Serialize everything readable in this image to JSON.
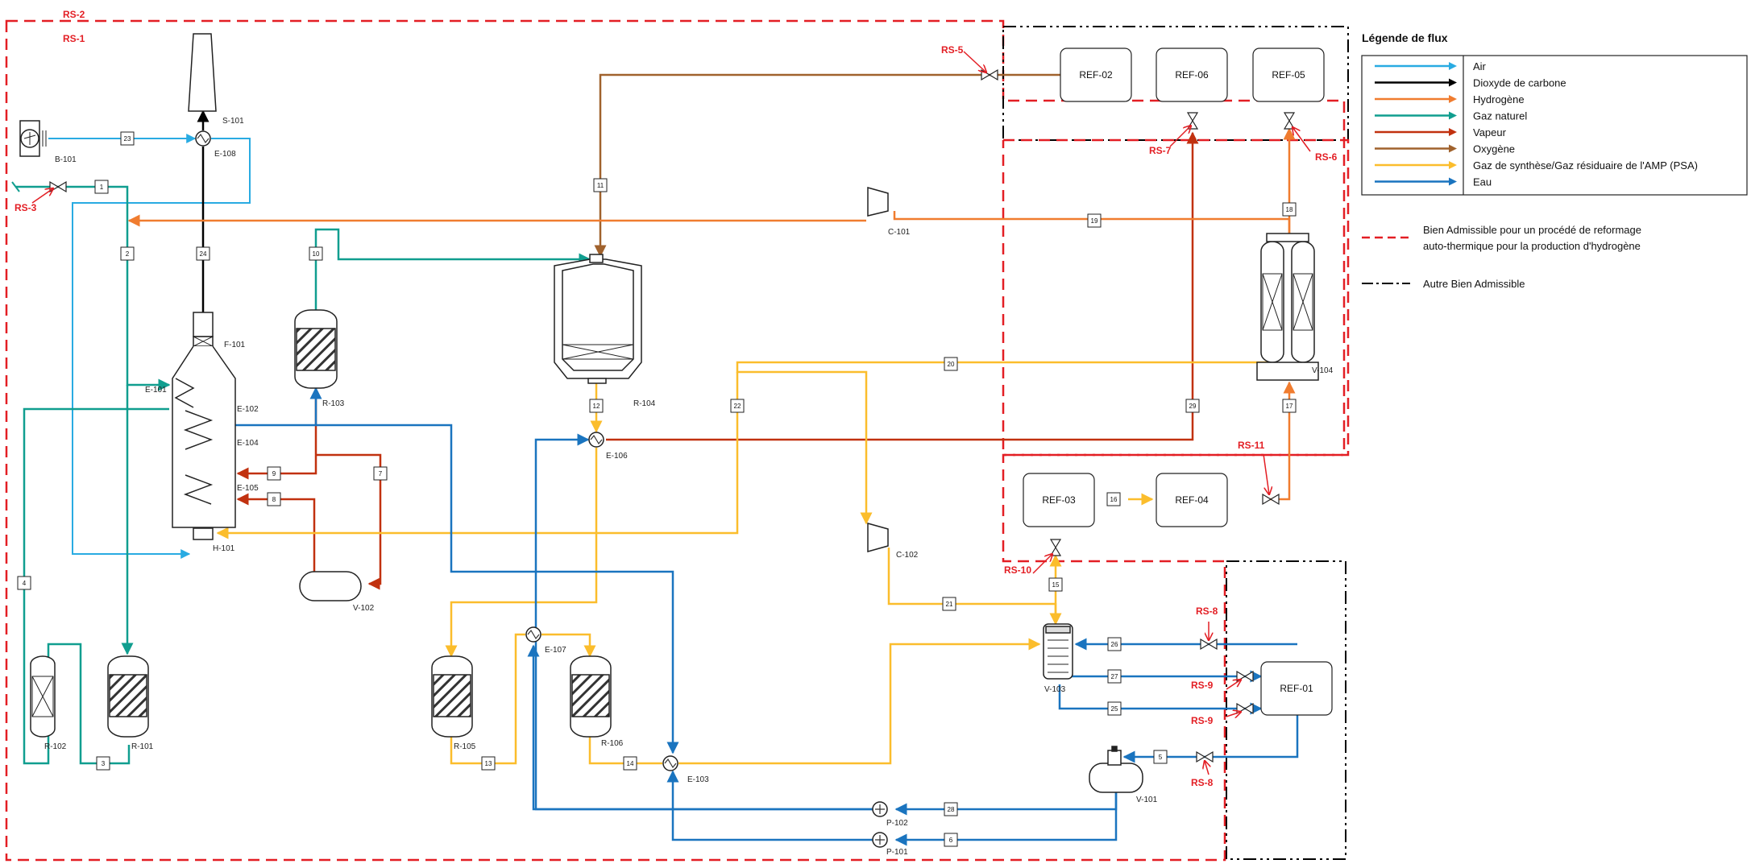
{
  "colors": {
    "air": "#29abe2",
    "co2": "#000000",
    "hydrogen": "#f07c2f",
    "natural_gas": "#109e8f",
    "steam": "#c1310f",
    "oxygen": "#a0622d",
    "syngas": "#fbbd2c",
    "water": "#1a74bf",
    "boundary_red": "#e31e24",
    "boundary_black": "#000000"
  },
  "boundaries": {
    "rs2": "RS-2",
    "rs1": "RS-1"
  },
  "rs_labels": {
    "rs3": "RS-3",
    "rs5": "RS-5",
    "rs6": "RS-6",
    "rs7": "RS-7",
    "rs8a": "RS-8",
    "rs8b": "RS-8",
    "rs9a": "RS-9",
    "rs9b": "RS-9",
    "rs10": "RS-10",
    "rs11": "RS-11"
  },
  "equipment": {
    "b101": "B-101",
    "s101": "S-101",
    "e108": "E-108",
    "f101": "F-101",
    "e101": "E-101",
    "e102": "E-102",
    "e104": "E-104",
    "e105": "E-105",
    "h101": "H-101",
    "r103": "R-103",
    "v102": "V-102",
    "r104": "R-104",
    "e106": "E-106",
    "c101": "C-101",
    "c102": "C-102",
    "v104": "V-104",
    "r102": "R-102",
    "r101": "R-101",
    "r105": "R-105",
    "e107": "E-107",
    "r106": "R-106",
    "e103": "E-103",
    "v103": "V-103",
    "v101": "V-101",
    "p102": "P-102",
    "p101": "P-101"
  },
  "ref_boxes": {
    "ref02": "REF-02",
    "ref06": "REF-06",
    "ref05": "REF-05",
    "ref03": "REF-03",
    "ref04": "REF-04",
    "ref01": "REF-01"
  },
  "stream_numbers": {
    "s1": "1",
    "s2": "2",
    "s3": "3",
    "s4": "4",
    "s5": "5",
    "s6": "6",
    "s7": "7",
    "s8": "8",
    "s9": "9",
    "s10": "10",
    "s11": "11",
    "s12": "12",
    "s13": "13",
    "s14": "14",
    "s15": "15",
    "s16": "16",
    "s17": "17",
    "s18": "18",
    "s19": "19",
    "s20": "20",
    "s21": "21",
    "s22": "22",
    "s23": "23",
    "s24": "24",
    "s25": "25",
    "s26": "26",
    "s27": "27",
    "s28": "28",
    "s29": "29"
  },
  "legend": {
    "title": "Légende de flux",
    "items": [
      {
        "label": "Air",
        "color": "#29abe2"
      },
      {
        "label": "Dioxyde de carbone",
        "color": "#000000"
      },
      {
        "label": "Hydrogène",
        "color": "#f07c2f"
      },
      {
        "label": "Gaz naturel",
        "color": "#109e8f"
      },
      {
        "label": "Vapeur",
        "color": "#c1310f"
      },
      {
        "label": "Oxygène",
        "color": "#a0622d"
      },
      {
        "label": "Gaz de synthèse/Gaz résiduaire de l'AMP (PSA)",
        "color": "#fbbd2c"
      },
      {
        "label": "Eau",
        "color": "#1a74bf"
      }
    ],
    "bien_admissible_line1": "Bien Admissible pour un procédé de reformage",
    "bien_admissible_line2": "auto-thermique pour la production d'hydrogène",
    "autre_bien": "Autre Bien Admissible"
  }
}
